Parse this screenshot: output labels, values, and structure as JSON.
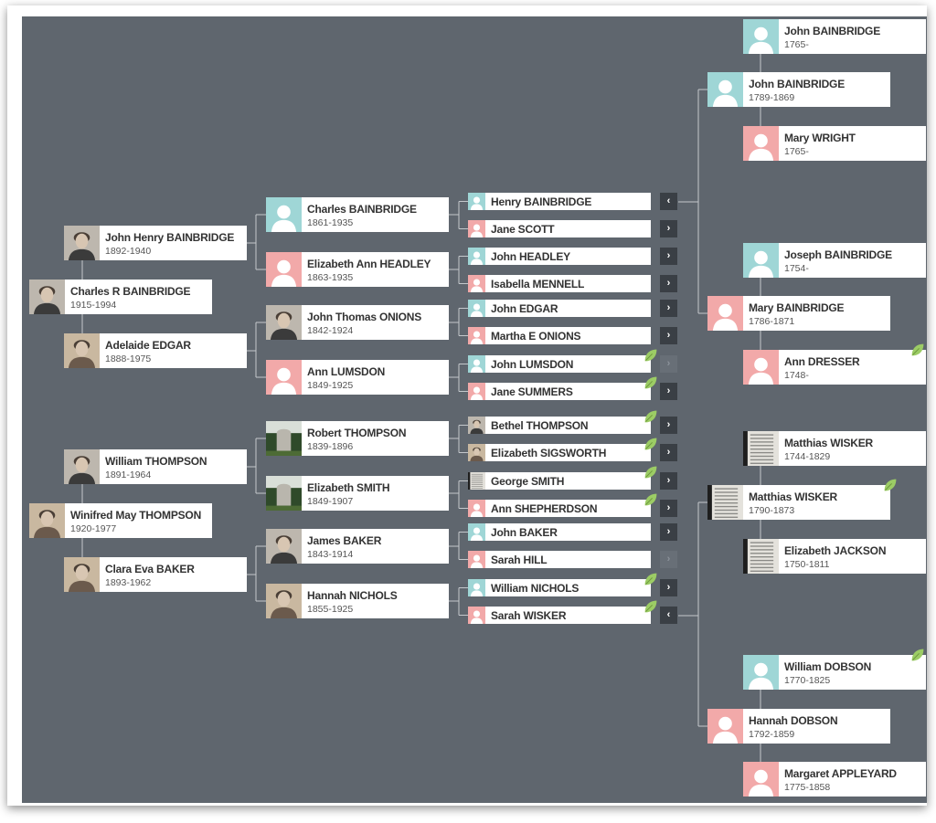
{
  "tree": {
    "people": [
      {
        "id": "charles-r-bainbridge",
        "name": "Charles R BAINBRIDGE",
        "dates": "1915-1994",
        "gender": "m",
        "photo": "portrait"
      },
      {
        "id": "john-henry-bainbridge",
        "name": "John Henry BAINBRIDGE",
        "dates": "1892-1940",
        "gender": "m",
        "photo": "portrait"
      },
      {
        "id": "adelaide-edgar",
        "name": "Adelaide EDGAR",
        "dates": "1888-1975",
        "gender": "f",
        "photo": "portrait"
      },
      {
        "id": "charles-bainbridge",
        "name": "Charles BAINBRIDGE",
        "dates": "1861-1935",
        "gender": "m",
        "photo": "placeholder"
      },
      {
        "id": "elizabeth-ann-headley",
        "name": "Elizabeth Ann HEADLEY",
        "dates": "1863-1935",
        "gender": "f",
        "photo": "placeholder"
      },
      {
        "id": "john-thomas-onions",
        "name": "John Thomas ONIONS",
        "dates": "1842-1924",
        "gender": "m",
        "photo": "portrait"
      },
      {
        "id": "ann-lumsdon",
        "name": "Ann LUMSDON",
        "dates": "1849-1925",
        "gender": "f",
        "photo": "placeholder"
      },
      {
        "id": "henry-bainbridge",
        "name": "Henry BAINBRIDGE",
        "gender": "m",
        "photo": "placeholder"
      },
      {
        "id": "jane-scott",
        "name": "Jane SCOTT",
        "gender": "f",
        "photo": "placeholder"
      },
      {
        "id": "john-headley",
        "name": "John HEADLEY",
        "gender": "m",
        "photo": "placeholder"
      },
      {
        "id": "isabella-mennell",
        "name": "Isabella MENNELL",
        "gender": "f",
        "photo": "placeholder"
      },
      {
        "id": "john-edgar",
        "name": "John EDGAR",
        "gender": "m",
        "photo": "placeholder"
      },
      {
        "id": "martha-e-onions",
        "name": "Martha E ONIONS",
        "gender": "f",
        "photo": "placeholder"
      },
      {
        "id": "john-lumsdon",
        "name": "John LUMSDON",
        "gender": "m",
        "photo": "placeholder"
      },
      {
        "id": "jane-summers",
        "name": "Jane SUMMERS",
        "gender": "f",
        "photo": "placeholder"
      },
      {
        "id": "john-bainbridge-1765",
        "name": "John BAINBRIDGE",
        "dates": "1765-",
        "gender": "m",
        "photo": "placeholder"
      },
      {
        "id": "john-bainbridge-1789",
        "name": "John BAINBRIDGE",
        "dates": "1789-1869",
        "gender": "m",
        "photo": "placeholder"
      },
      {
        "id": "mary-wright",
        "name": "Mary WRIGHT",
        "dates": "1765-",
        "gender": "f",
        "photo": "placeholder"
      },
      {
        "id": "joseph-bainbridge",
        "name": "Joseph BAINBRIDGE",
        "dates": "1754-",
        "gender": "m",
        "photo": "placeholder"
      },
      {
        "id": "mary-bainbridge",
        "name": "Mary BAINBRIDGE",
        "dates": "1786-1871",
        "gender": "f",
        "photo": "placeholder"
      },
      {
        "id": "ann-dresser",
        "name": "Ann DRESSER",
        "dates": "1748-",
        "gender": "f",
        "photo": "placeholder"
      },
      {
        "id": "winifred-may-thompson",
        "name": "Winifred May THOMPSON",
        "dates": "1920-1977",
        "gender": "f",
        "photo": "portrait"
      },
      {
        "id": "william-thompson",
        "name": "William THOMPSON",
        "dates": "1891-1964",
        "gender": "m",
        "photo": "portrait"
      },
      {
        "id": "clara-eva-baker",
        "name": "Clara Eva BAKER",
        "dates": "1893-1962",
        "gender": "f",
        "photo": "portrait"
      },
      {
        "id": "robert-thompson",
        "name": "Robert THOMPSON",
        "dates": "1839-1896",
        "gender": "m",
        "photo": "gravestone"
      },
      {
        "id": "elizabeth-smith",
        "name": "Elizabeth SMITH",
        "dates": "1849-1907",
        "gender": "f",
        "photo": "gravestone"
      },
      {
        "id": "james-baker",
        "name": "James BAKER",
        "dates": "1843-1914",
        "gender": "m",
        "photo": "portrait"
      },
      {
        "id": "hannah-nichols",
        "name": "Hannah NICHOLS",
        "dates": "1855-1925",
        "gender": "f",
        "photo": "portrait"
      },
      {
        "id": "bethel-thompson",
        "name": "Bethel THOMPSON",
        "gender": "m",
        "photo": "portrait"
      },
      {
        "id": "elizabeth-sigsworth",
        "name": "Elizabeth SIGSWORTH",
        "gender": "f",
        "photo": "portrait"
      },
      {
        "id": "george-smith",
        "name": "George SMITH",
        "gender": "m",
        "photo": "document"
      },
      {
        "id": "ann-shepherdson",
        "name": "Ann SHEPHERDSON",
        "gender": "f",
        "photo": "placeholder"
      },
      {
        "id": "john-baker",
        "name": "John BAKER",
        "gender": "m",
        "photo": "placeholder"
      },
      {
        "id": "sarah-hill",
        "name": "Sarah HILL",
        "gender": "f",
        "photo": "placeholder"
      },
      {
        "id": "william-nichols",
        "name": "William NICHOLS",
        "gender": "m",
        "photo": "placeholder"
      },
      {
        "id": "sarah-wisker",
        "name": "Sarah WISKER",
        "gender": "f",
        "photo": "placeholder"
      },
      {
        "id": "matthias-wisker-1744",
        "name": "Matthias WISKER",
        "dates": "1744-1829",
        "gender": "m",
        "photo": "document"
      },
      {
        "id": "matthias-wisker-1790",
        "name": "Matthias WISKER",
        "dates": "1790-1873",
        "gender": "m",
        "photo": "document"
      },
      {
        "id": "elizabeth-jackson",
        "name": "Elizabeth JACKSON",
        "dates": "1750-1811",
        "gender": "f",
        "photo": "document"
      },
      {
        "id": "william-dobson",
        "name": "William DOBSON",
        "dates": "1770-1825",
        "gender": "m",
        "photo": "placeholder"
      },
      {
        "id": "hannah-dobson",
        "name": "Hannah DOBSON",
        "dates": "1792-1859",
        "gender": "f",
        "photo": "placeholder"
      },
      {
        "id": "margaret-appleyard",
        "name": "Margaret APPLEYARD",
        "dates": "1775-1858",
        "gender": "f",
        "photo": "placeholder"
      }
    ],
    "arrows": [
      {
        "for": "henry-bainbridge",
        "direction": "collapse",
        "glyph": "‹"
      },
      {
        "for": "jane-scott",
        "direction": "expand",
        "glyph": "›"
      },
      {
        "for": "john-headley",
        "direction": "expand",
        "glyph": "›"
      },
      {
        "for": "isabella-mennell",
        "direction": "expand",
        "glyph": "›"
      },
      {
        "for": "john-edgar",
        "direction": "expand",
        "glyph": "›"
      },
      {
        "for": "martha-e-onions",
        "direction": "expand",
        "glyph": "›"
      },
      {
        "for": "john-lumsdon",
        "direction": "expand",
        "glyph": "›",
        "state": "disabled"
      },
      {
        "for": "jane-summers",
        "direction": "expand",
        "glyph": "›"
      },
      {
        "for": "bethel-thompson",
        "direction": "expand",
        "glyph": "›"
      },
      {
        "for": "elizabeth-sigsworth",
        "direction": "expand",
        "glyph": "›"
      },
      {
        "for": "george-smith",
        "direction": "expand",
        "glyph": "›"
      },
      {
        "for": "ann-shepherdson",
        "direction": "expand",
        "glyph": "›"
      },
      {
        "for": "john-baker",
        "direction": "expand",
        "glyph": "›"
      },
      {
        "for": "sarah-hill",
        "direction": "expand",
        "glyph": "›",
        "state": "disabled"
      },
      {
        "for": "william-nichols",
        "direction": "expand",
        "glyph": "›"
      },
      {
        "for": "sarah-wisker",
        "direction": "collapse",
        "glyph": "‹"
      }
    ],
    "hints_on": [
      "john-lumsdon",
      "jane-summers",
      "bethel-thompson",
      "elizabeth-sigsworth",
      "george-smith",
      "ann-shepherdson",
      "william-nichols",
      "sarah-wisker",
      "ann-dresser",
      "matthias-wisker-1790",
      "william-dobson"
    ],
    "colors": {
      "background": "#5f666e",
      "male_tile": "#9fd6d6",
      "female_tile": "#f2a9a9",
      "male_silhouette": "#ffffff",
      "female_silhouette": "#ffffff",
      "leaf": "#9ccc65",
      "connector": "#c4c8cc",
      "card": "#ffffff"
    }
  }
}
